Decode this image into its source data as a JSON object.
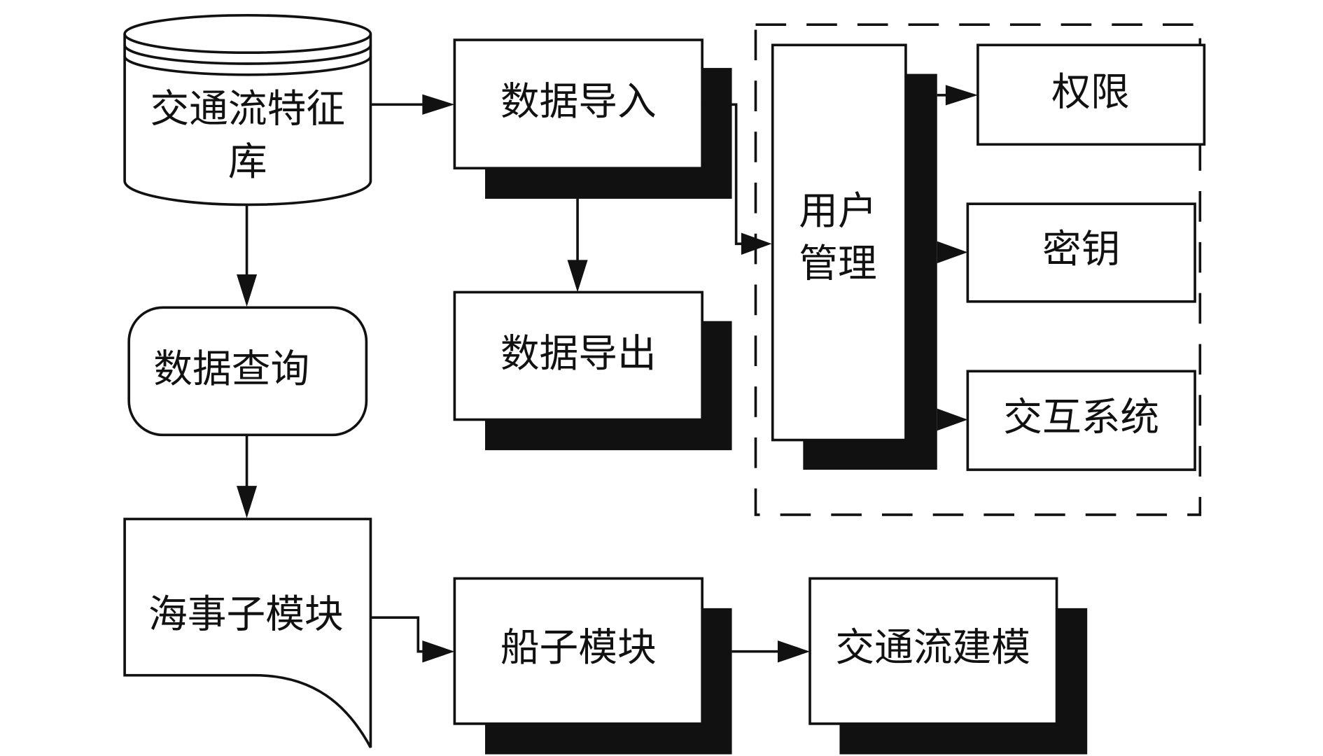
{
  "diagram": {
    "type": "flowchart",
    "nodes": {
      "traffic_db": {
        "label_line1": "交通流特征",
        "label_line2": "库",
        "shape": "database-cylinder"
      },
      "data_import": {
        "label": "数据导入",
        "shape": "stacked-rectangle"
      },
      "data_export": {
        "label": "数据导出",
        "shape": "stacked-rectangle"
      },
      "data_query": {
        "label": "数据查询",
        "shape": "rounded-rectangle"
      },
      "maritime_module": {
        "label": "海事子模块",
        "shape": "document"
      },
      "ship_module": {
        "label": "船子模块",
        "shape": "stacked-rectangle"
      },
      "traffic_modeling": {
        "label": "交通流建模",
        "shape": "stacked-rectangle"
      },
      "user_mgmt": {
        "label_line1": "用户",
        "label_line2": "管理",
        "shape": "stacked-rectangle"
      },
      "permission": {
        "label": "权限",
        "shape": "rectangle"
      },
      "secret_key": {
        "label": "密钥",
        "shape": "rectangle"
      },
      "interaction_system": {
        "label": "交互系统",
        "shape": "rectangle"
      }
    },
    "groups": [
      {
        "name": "user-management-group",
        "style": "dashed",
        "members": [
          "user_mgmt",
          "permission",
          "secret_key",
          "interaction_system"
        ]
      }
    ],
    "edges": [
      {
        "from": "traffic_db",
        "to": "data_import"
      },
      {
        "from": "traffic_db",
        "to": "data_query"
      },
      {
        "from": "data_import",
        "to": "data_export"
      },
      {
        "from": "data_import",
        "to": "user_mgmt"
      },
      {
        "from": "user_mgmt",
        "to": "permission"
      },
      {
        "from": "user_mgmt",
        "to": "secret_key"
      },
      {
        "from": "user_mgmt",
        "to": "interaction_system"
      },
      {
        "from": "data_query",
        "to": "maritime_module"
      },
      {
        "from": "maritime_module",
        "to": "ship_module"
      },
      {
        "from": "ship_module",
        "to": "traffic_modeling"
      }
    ],
    "colors": {
      "ink": "#111111",
      "background": "#ffffff"
    }
  }
}
